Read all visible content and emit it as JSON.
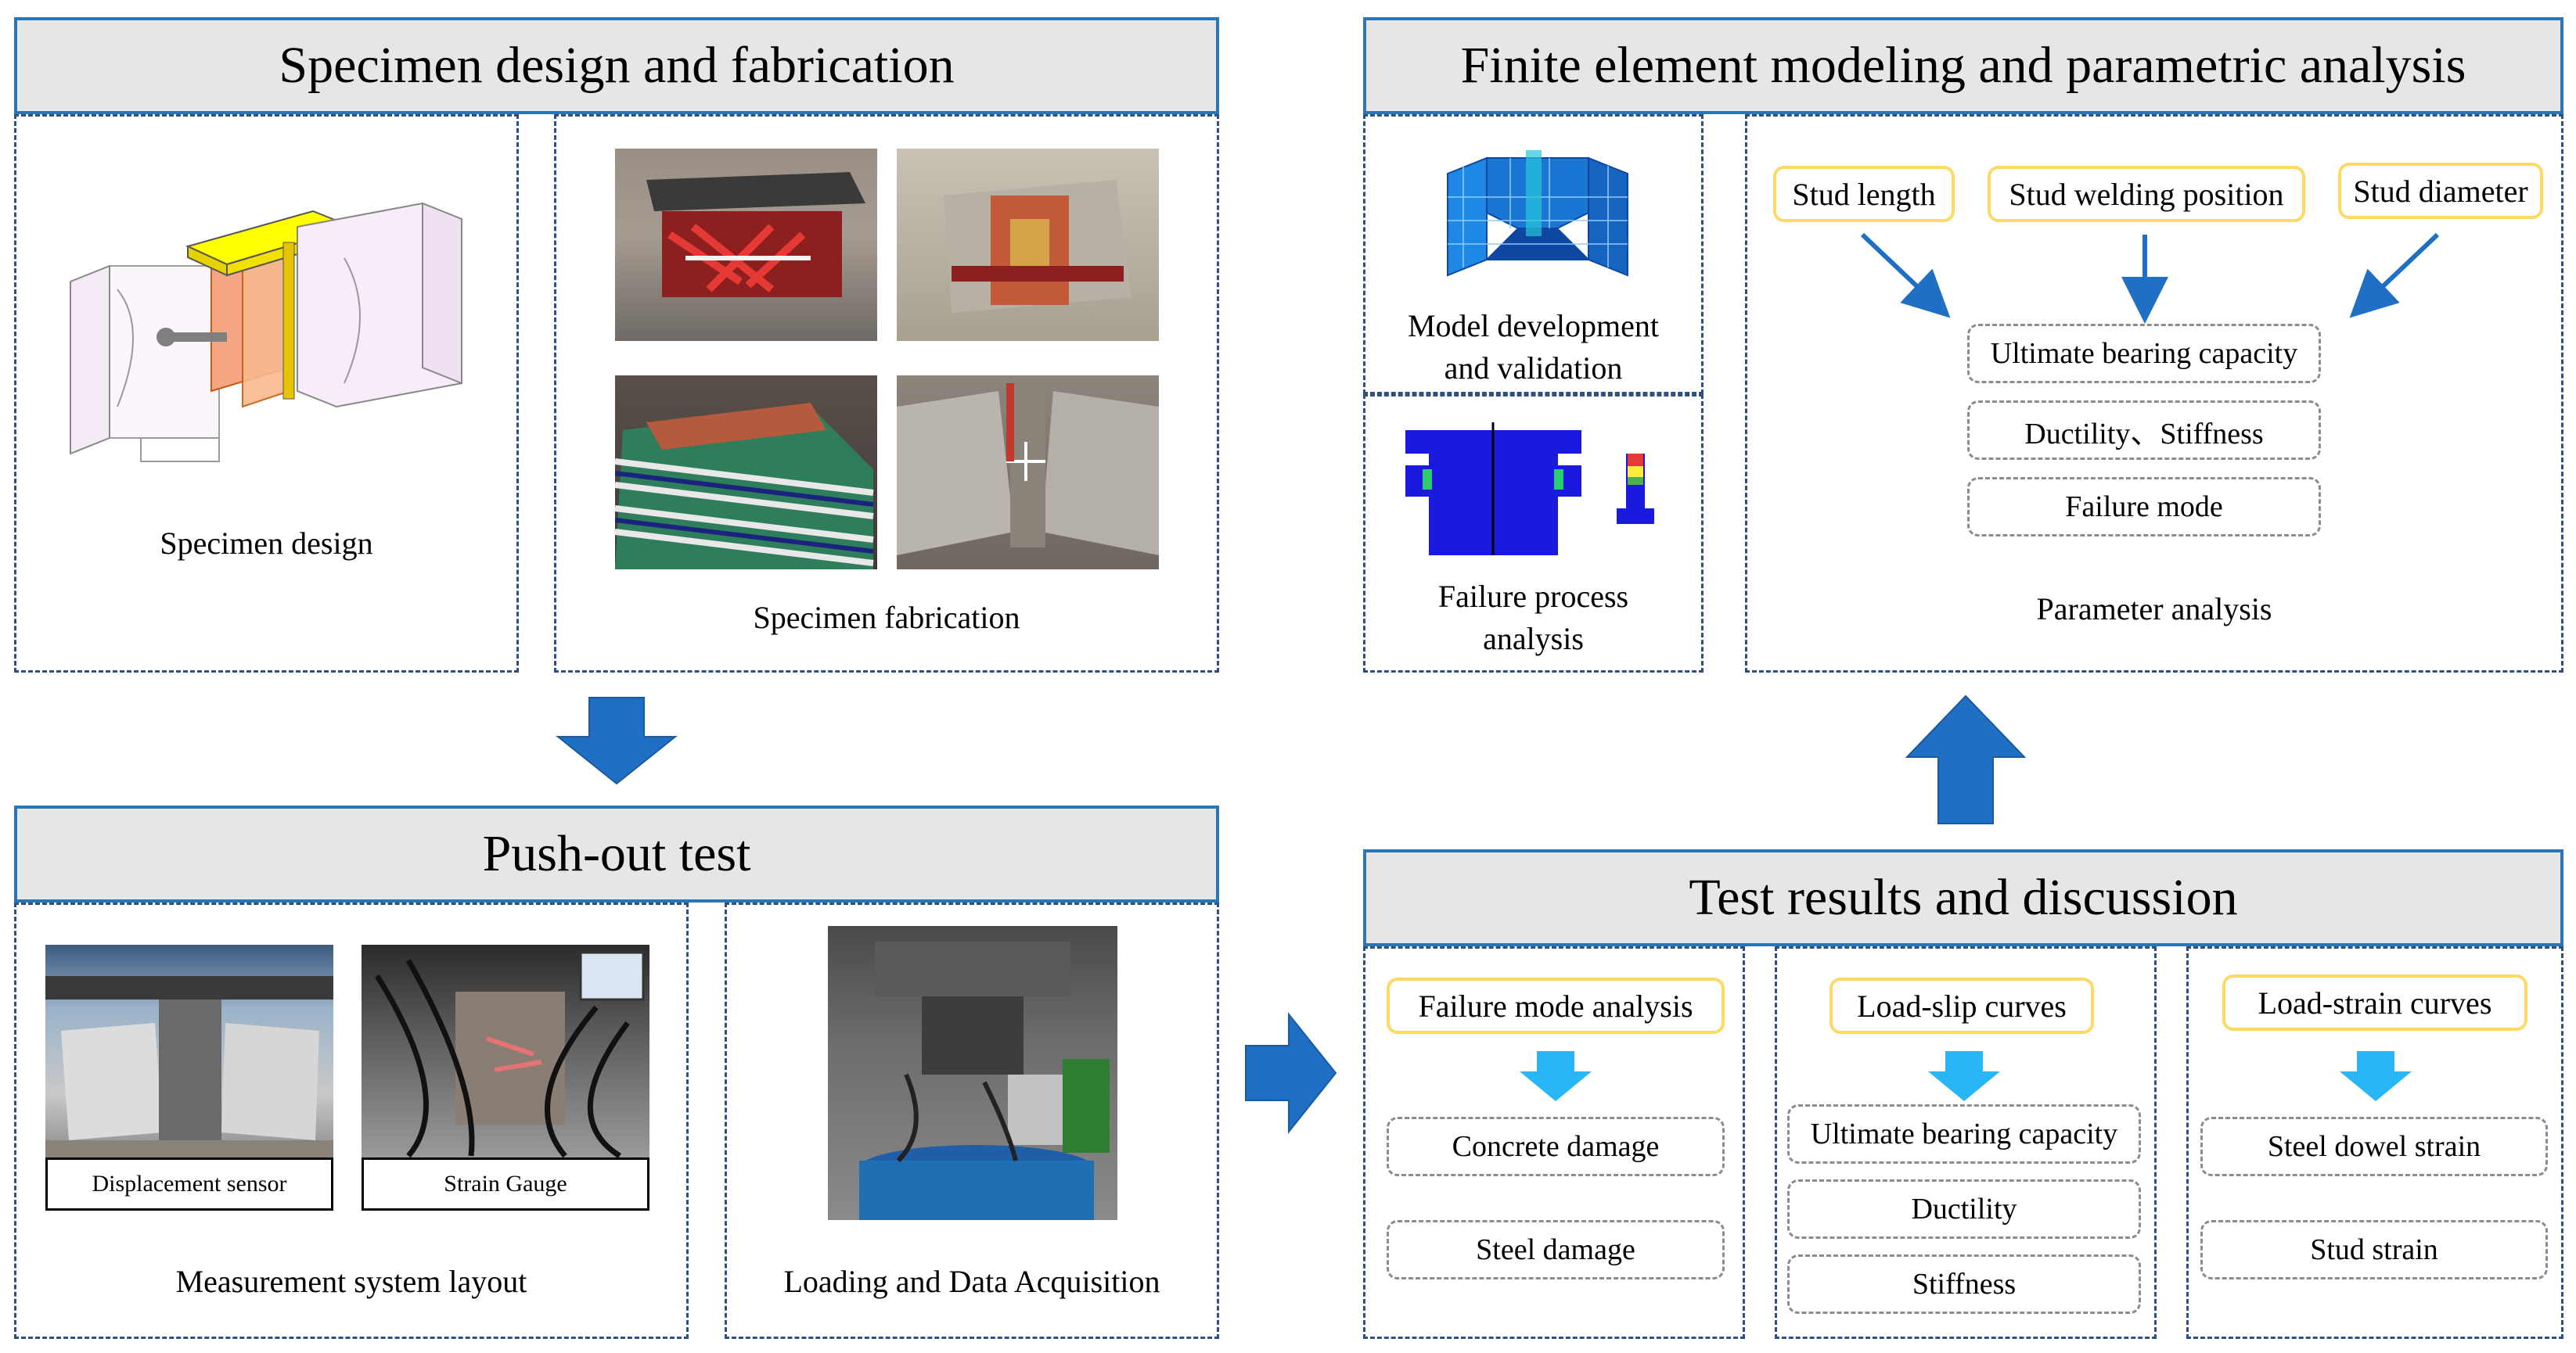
{
  "colors": {
    "header_border": "#2e75b6",
    "header_fill": "#e6e6e6",
    "arrow_blue": "#1f6fc5",
    "down_arrow_cyan": "#29b6f6",
    "pill_border": "#ffd966"
  },
  "specimen": {
    "title": "Specimen design and fabrication",
    "design_label": "Specimen design",
    "fabrication_label": "Specimen fabrication"
  },
  "pushout": {
    "title": "Push-out test",
    "displacement_sensor": "Displacement sensor",
    "strain_gauge": "Strain Gauge",
    "measurement_label": "Measurement system layout",
    "loading_label": "Loading and Data Acquisition"
  },
  "fe": {
    "title": "Finite element modeling and parametric analysis",
    "model_label_1": "Model development",
    "model_label_2": "and validation",
    "failure_label_1": "Failure process",
    "failure_label_2": "analysis",
    "params": [
      "Stud length",
      "Stud welding position",
      "Stud diameter"
    ],
    "outputs": [
      "Ultimate bearing capacity",
      "Ductility、Stiffness",
      "Failure mode"
    ],
    "parameter_label": "Parameter analysis"
  },
  "results": {
    "title": "Test results and discussion",
    "col1": {
      "head": "Failure mode analysis",
      "items": [
        "Concrete damage",
        "Steel damage"
      ]
    },
    "col2": {
      "head": "Load-slip curves",
      "items": [
        "Ultimate bearing capacity",
        "Ductility",
        "Stiffness"
      ]
    },
    "col3": {
      "head": "Load-strain curves",
      "items": [
        "Steel dowel strain",
        "Stud strain"
      ]
    }
  }
}
